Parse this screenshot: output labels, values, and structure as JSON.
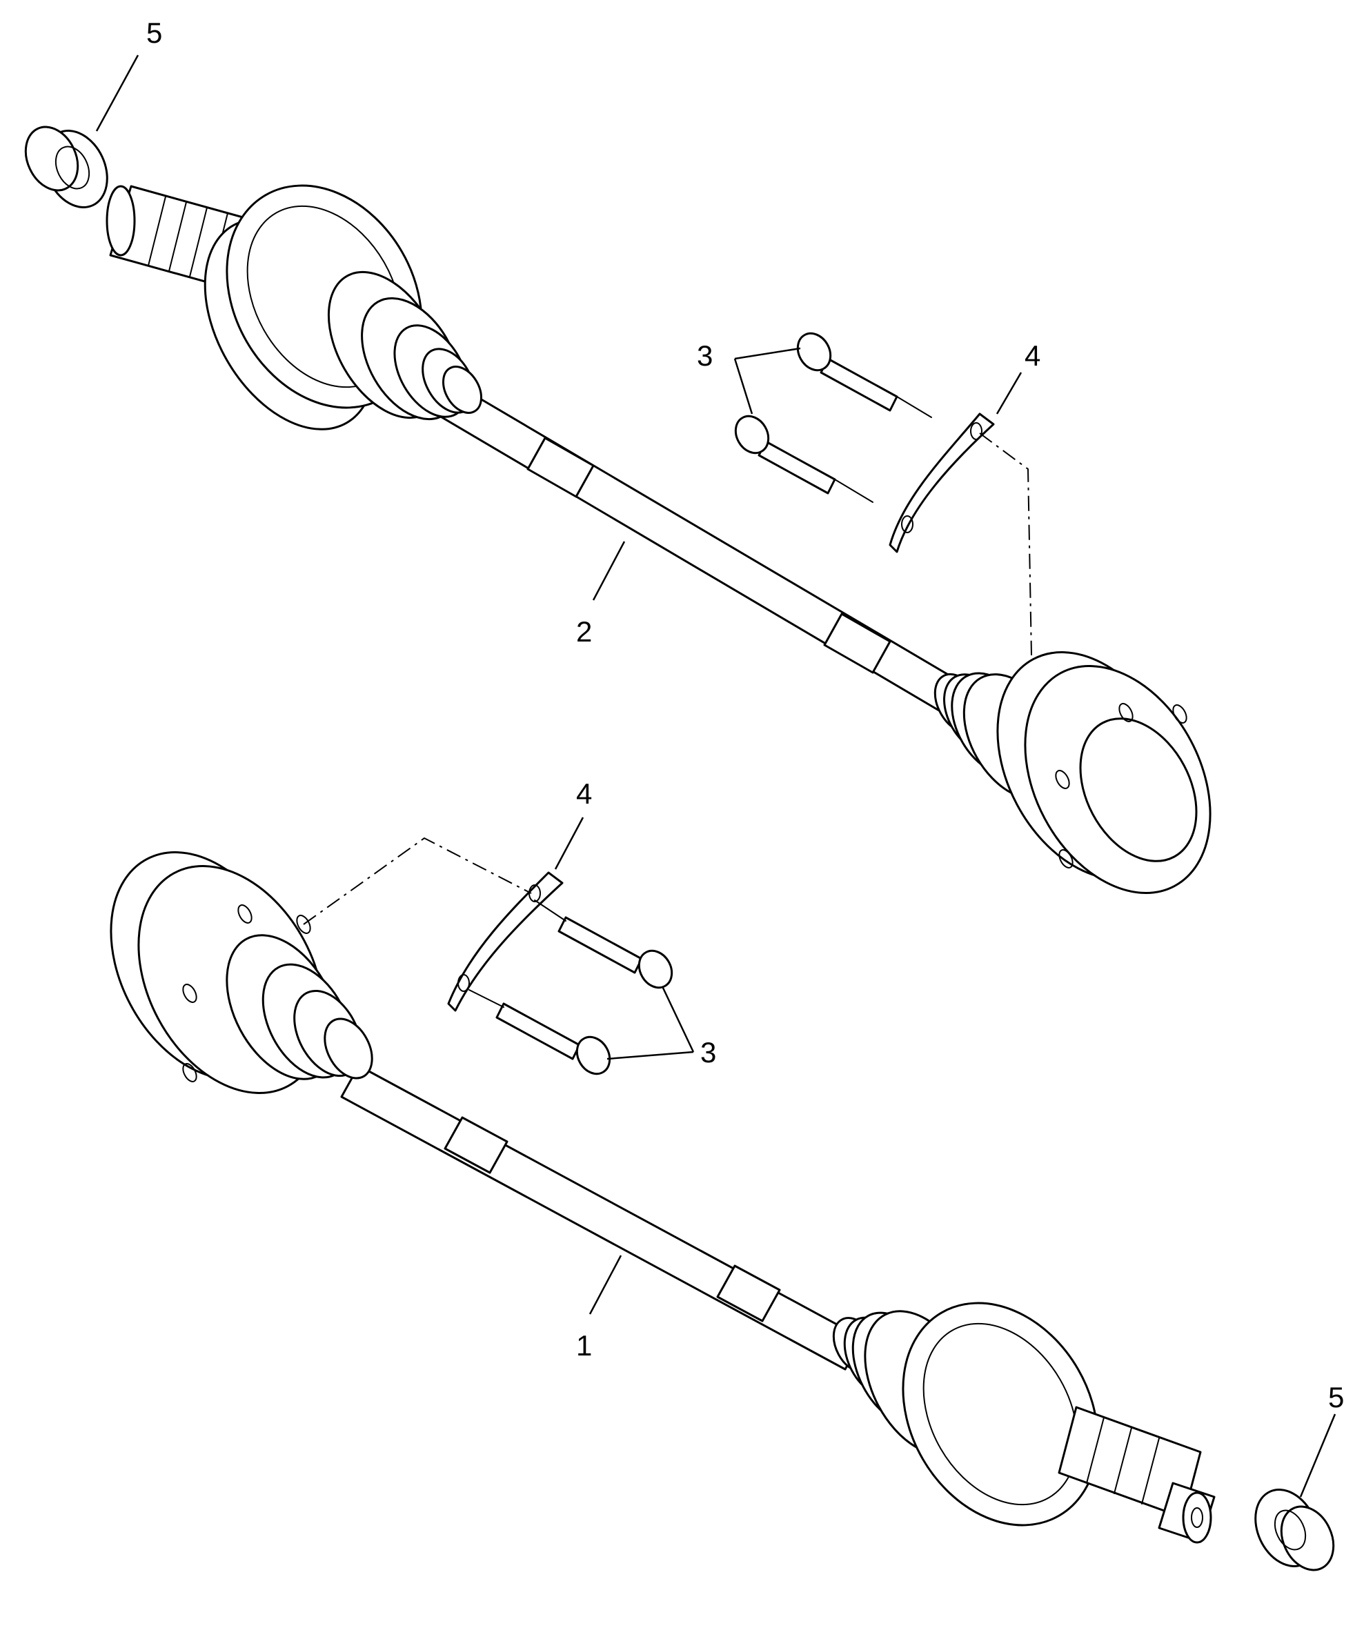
{
  "diagram": {
    "callouts": [
      {
        "id": "callout-1",
        "text": "1"
      },
      {
        "id": "callout-2",
        "text": "2"
      },
      {
        "id": "callout-3-upper",
        "text": "3"
      },
      {
        "id": "callout-3-lower",
        "text": "3"
      },
      {
        "id": "callout-4-upper",
        "text": "4"
      },
      {
        "id": "callout-4-lower",
        "text": "4"
      },
      {
        "id": "callout-5-upper",
        "text": "5"
      },
      {
        "id": "callout-5-lower",
        "text": "5"
      }
    ]
  }
}
